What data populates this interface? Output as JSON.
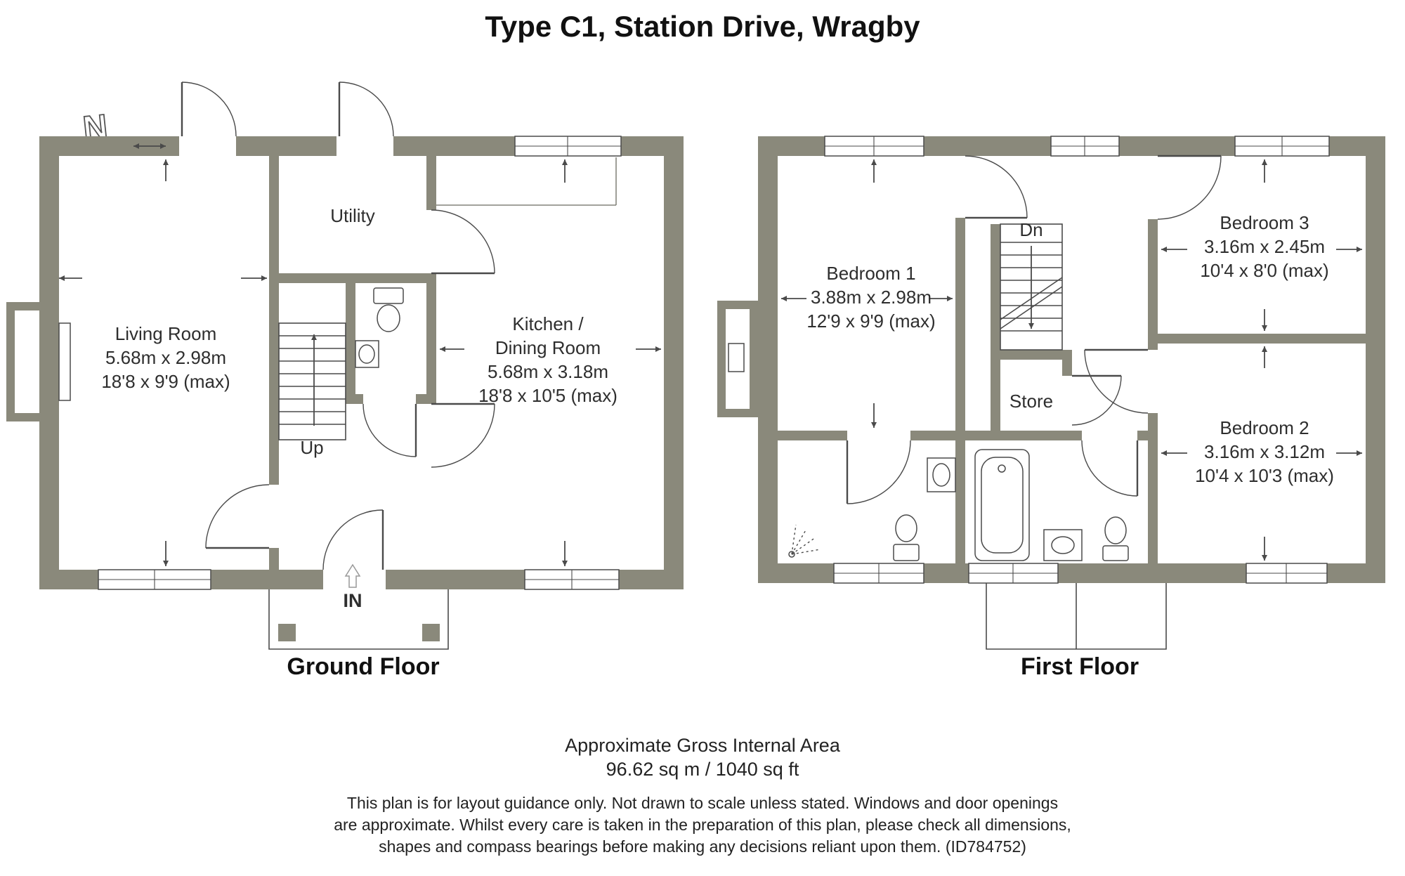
{
  "title": "Type C1, Station Drive, Wragby",
  "north_indicator": "N",
  "ground_floor": {
    "label": "Ground Floor",
    "entrance_label": "IN",
    "stairs_label": "Up",
    "rooms": {
      "living": {
        "name": "Living Room",
        "metric": "5.68m x 2.98m",
        "imperial": "18'8 x 9'9 (max)"
      },
      "utility": {
        "name": "Utility"
      },
      "kitchen": {
        "name_line1": "Kitchen /",
        "name_line2": "Dining Room",
        "metric": "5.68m x 3.18m",
        "imperial": "18'8 x 10'5 (max)"
      }
    }
  },
  "first_floor": {
    "label": "First Floor",
    "stairs_label": "Dn",
    "rooms": {
      "bedroom1": {
        "name": "Bedroom 1",
        "metric": "3.88m x 2.98m",
        "imperial": "12'9 x 9'9 (max)"
      },
      "bedroom3": {
        "name": "Bedroom 3",
        "metric": "3.16m x 2.45m",
        "imperial": "10'4 x 8'0 (max)"
      },
      "bedroom2": {
        "name": "Bedroom 2",
        "metric": "3.16m x 3.12m",
        "imperial": "10'4 x 10'3 (max)"
      },
      "store": {
        "name": "Store"
      }
    }
  },
  "footer": {
    "area_heading": "Approximate Gross Internal Area",
    "area_value": "96.62 sq m / 1040 sq ft",
    "disclaimer_lines": [
      "This plan is for layout guidance only. Not drawn to scale unless stated. Windows and door openings",
      "are approximate. Whilst every care is taken in the preparation of this plan, please check all dimensions,",
      "shapes and compass bearings before making any decisions reliant upon them. (ID784752)"
    ]
  },
  "colors": {
    "wall": "#8a897b",
    "line": "#4a4a4a"
  }
}
